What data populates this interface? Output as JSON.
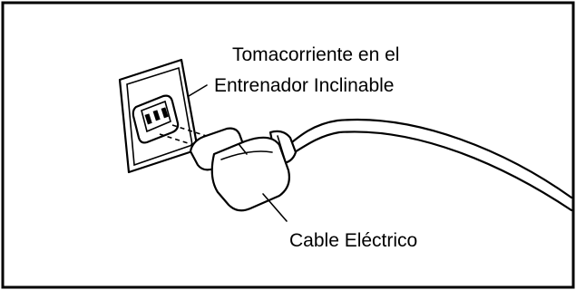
{
  "labels": {
    "outlet_line1": "Tomacorriente en el",
    "outlet_line2": "Entrenador Inclinable",
    "cord": "Cable Eléctrico"
  }
}
